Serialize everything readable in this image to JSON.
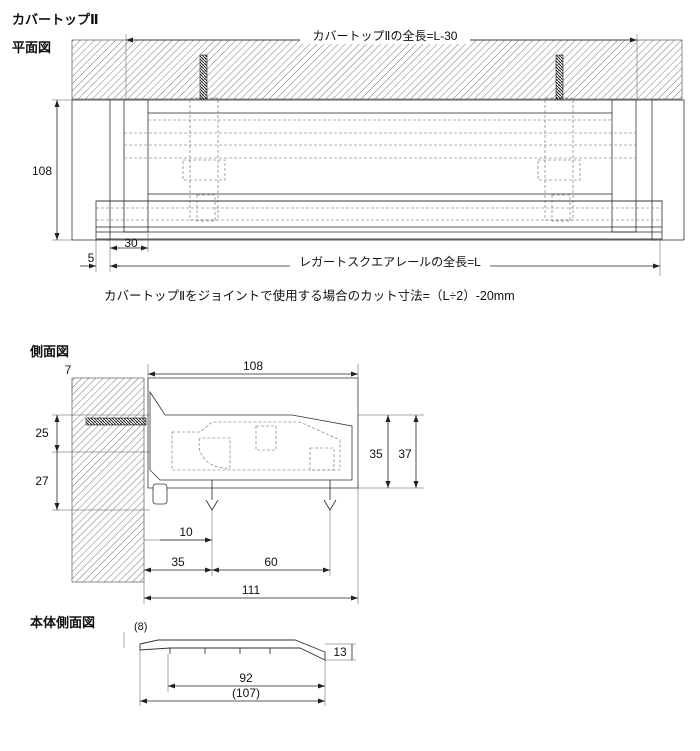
{
  "titles": {
    "main": "カバートップⅡ",
    "plan": "平面図",
    "side": "側面図",
    "body_side": "本体側面図"
  },
  "plan": {
    "top_length": "カバートップⅡの全長=L-30",
    "height": "108",
    "offset_5": "5",
    "offset_30": "30",
    "rail_length": "レガートスクエアレールの全長=L",
    "note": "カバートップⅡをジョイントで使用する場合のカット寸法=（L÷2）-20mm"
  },
  "side": {
    "d108": "108",
    "d7": "7",
    "d25": "25",
    "d27": "27",
    "d35": "35",
    "d37": "37",
    "d10": "10",
    "d35b": "35",
    "d60": "60",
    "d111": "111"
  },
  "body": {
    "d8": "(8)",
    "d13": "13",
    "d92": "92",
    "d107": "(107)"
  }
}
